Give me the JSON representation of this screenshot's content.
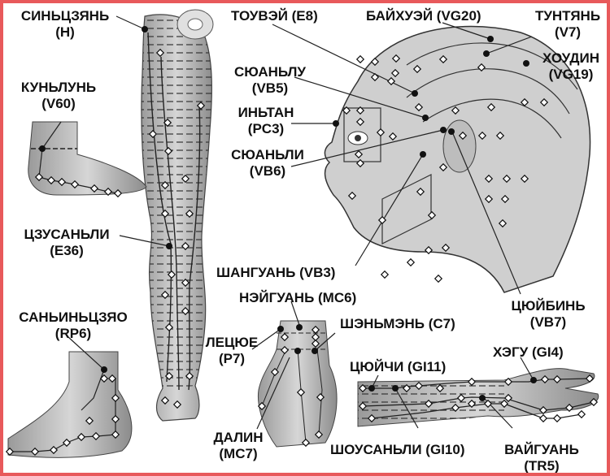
{
  "diagram": {
    "type": "acupuncture-points-chart",
    "border_color": "#e8595b",
    "point_marker_filled": "#111111",
    "point_marker_open": "#ffffff",
    "labels": [
      {
        "id": "sinczyan",
        "name": "СИНЬЦЗЯНЬ",
        "code": "(H)"
      },
      {
        "id": "kunlun",
        "name": "КУНЬЛУНЬ",
        "code": "(V60)"
      },
      {
        "id": "czusanli",
        "name": "ЦЗУСАНЬЛИ",
        "code": "(E36)"
      },
      {
        "id": "saninczyao",
        "name": "САНЬИНЬЦЗЯО",
        "code": "(RP6)"
      },
      {
        "id": "touvei",
        "name": "ТОУВЭЙ (E8)",
        "code": ""
      },
      {
        "id": "baihuei",
        "name": "БАЙХУЭЙ (VG20)",
        "code": ""
      },
      {
        "id": "tuntyan",
        "name": "ТУНТЯНЬ",
        "code": "(V7)"
      },
      {
        "id": "houdin",
        "name": "ХОУДИН",
        "code": "(VG19)"
      },
      {
        "id": "syuanlu",
        "name": "СЮАНЬЛУ",
        "code": "(VB5)"
      },
      {
        "id": "intan",
        "name": "ИНЬТАН",
        "code": "(PC3)"
      },
      {
        "id": "syuanli",
        "name": "СЮАНЬЛИ",
        "code": "(VB6)"
      },
      {
        "id": "shanguan",
        "name": "ШАНГУАНЬ (VB3)",
        "code": ""
      },
      {
        "id": "neiguan",
        "name": "НЭЙГУАНЬ (MC6)",
        "code": ""
      },
      {
        "id": "lecyue",
        "name": "ЛЕЦЮЕ",
        "code": "(P7)"
      },
      {
        "id": "shenmen",
        "name": "ШЭНЬМЭНЬ (C7)",
        "code": ""
      },
      {
        "id": "cyuibin",
        "name": "ЦЮЙБИНЬ",
        "code": "(VB7)"
      },
      {
        "id": "hegu",
        "name": "ХЭГУ (GI4)",
        "code": ""
      },
      {
        "id": "cyuichi",
        "name": "ЦЮЙЧИ (GI11)",
        "code": ""
      },
      {
        "id": "dalin",
        "name": "ДАЛИН",
        "code": "(MC7)"
      },
      {
        "id": "shousanli",
        "name": "ШОУСАНЬЛИ (GI10)",
        "code": ""
      },
      {
        "id": "vaiguan",
        "name": "ВАЙГУАНЬ",
        "code": "(TR5)"
      }
    ]
  }
}
